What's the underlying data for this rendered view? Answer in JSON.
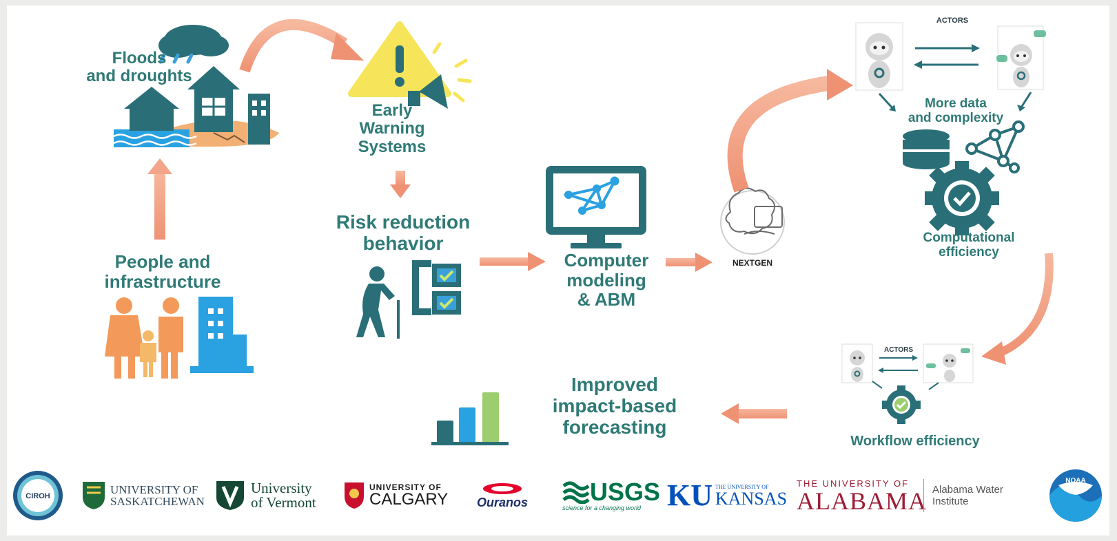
{
  "labels": {
    "floods": "Floods\nand droughts",
    "early_warning": "Early\nWarning\nSystems",
    "risk_reduction": "Risk reduction\nbehavior",
    "people_infra": "People and\ninfrastructure",
    "computer_modeling": "Computer\nmodeling\n& ABM",
    "nextgen": "NEXTGEN",
    "actors_top": "ACTORS",
    "more_data": "More data\nand complexity",
    "computational": "Computational\nefficiency",
    "actors_bottom": "ACTORS",
    "workflow": "Workflow efficiency",
    "improved": "Improved\nimpact-based\nforecasting"
  },
  "logos": {
    "ciroh": "CIROH",
    "usask_line1": "UNIVERSITY OF",
    "usask_line2": "SASKATCHEWAN",
    "uvm_line1": "University",
    "uvm_line2": "of Vermont",
    "ucalgary_line1": "UNIVERSITY OF",
    "ucalgary_line2": "CALGARY",
    "ouranos": "Ouranos",
    "usgs": "USGS",
    "usgs_tagline": "science for a changing world",
    "ku_mark": "KU",
    "ku_line1": "THE UNIVERSITY OF",
    "ku_line2": "KANSAS",
    "alabama_line1": "THE UNIVERSITY OF",
    "alabama_line2": "ALABAMA",
    "awi_line1": "Alabama Water",
    "awi_line2": "Institute",
    "noaa": "NOAA"
  },
  "colors": {
    "teal": "#2f7a76",
    "dark_teal": "#2a6f78",
    "arrow": "#f3a58a",
    "arrow_stroke": "#e88f72",
    "blue": "#2aa1e0",
    "green": "#9ccd6e",
    "orange": "#f39a5a"
  }
}
